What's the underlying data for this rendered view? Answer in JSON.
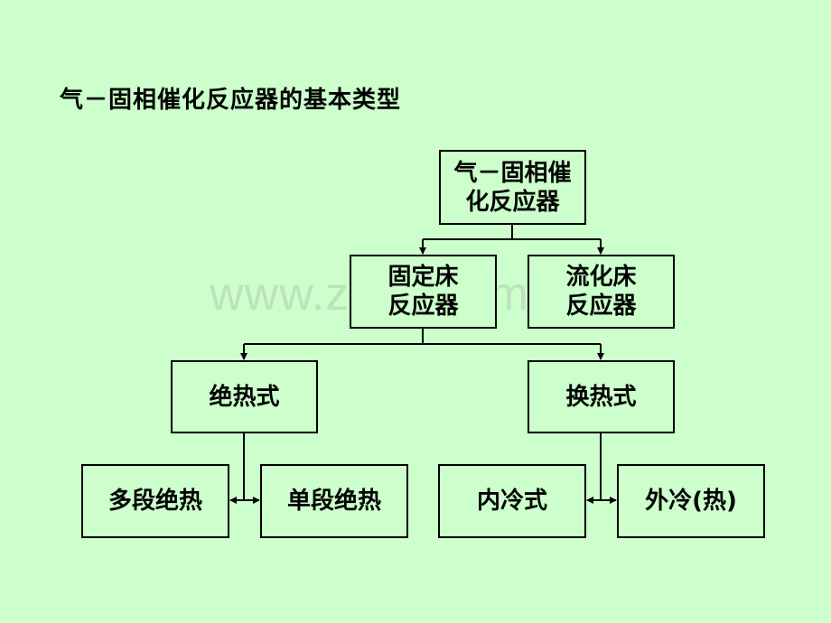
{
  "title": "气－固相催化反应器的基本类型",
  "watermark": "www.zixin.com.cn",
  "nodes": {
    "root": [
      "气－固相催",
      "化反应器"
    ],
    "fixed": [
      "固定床",
      "反应器"
    ],
    "fluid": [
      "流化床",
      "反应器"
    ],
    "adiabatic": "绝热式",
    "exchange": "换热式",
    "multi": "多段绝热",
    "single": "单段绝热",
    "internal": "内冷式",
    "external": "外冷(热)"
  },
  "colors": {
    "background": "#ccffcc",
    "line": "#000000"
  }
}
